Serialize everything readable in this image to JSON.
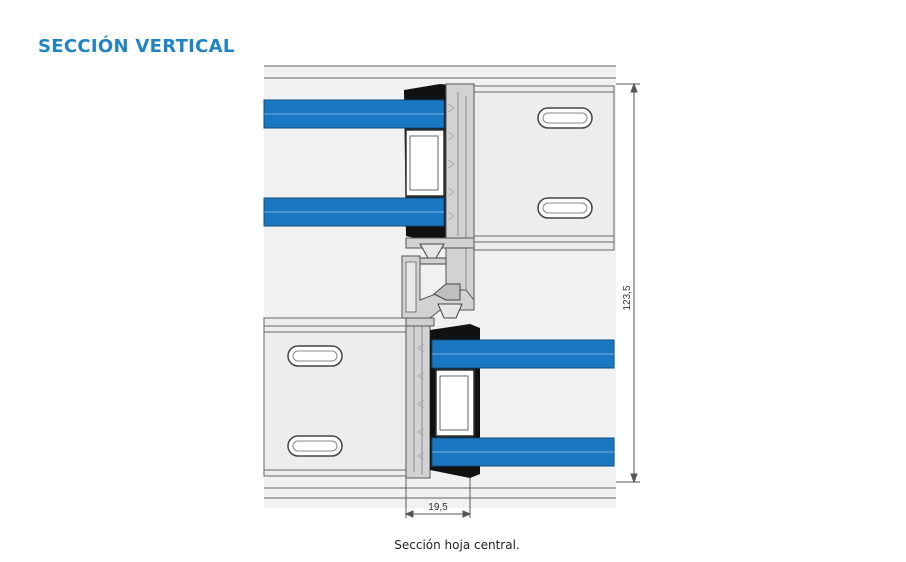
{
  "title": "SECCIÓN VERTICAL",
  "caption": "Sección hoja central.",
  "dimensions": {
    "width_label": "19,5",
    "height_label": "123,5"
  },
  "colors": {
    "title": "#1f84c0",
    "glass": "#1a78c2",
    "gasket": "#111111",
    "profile": "#d2d2d2",
    "outline": "#555555"
  }
}
